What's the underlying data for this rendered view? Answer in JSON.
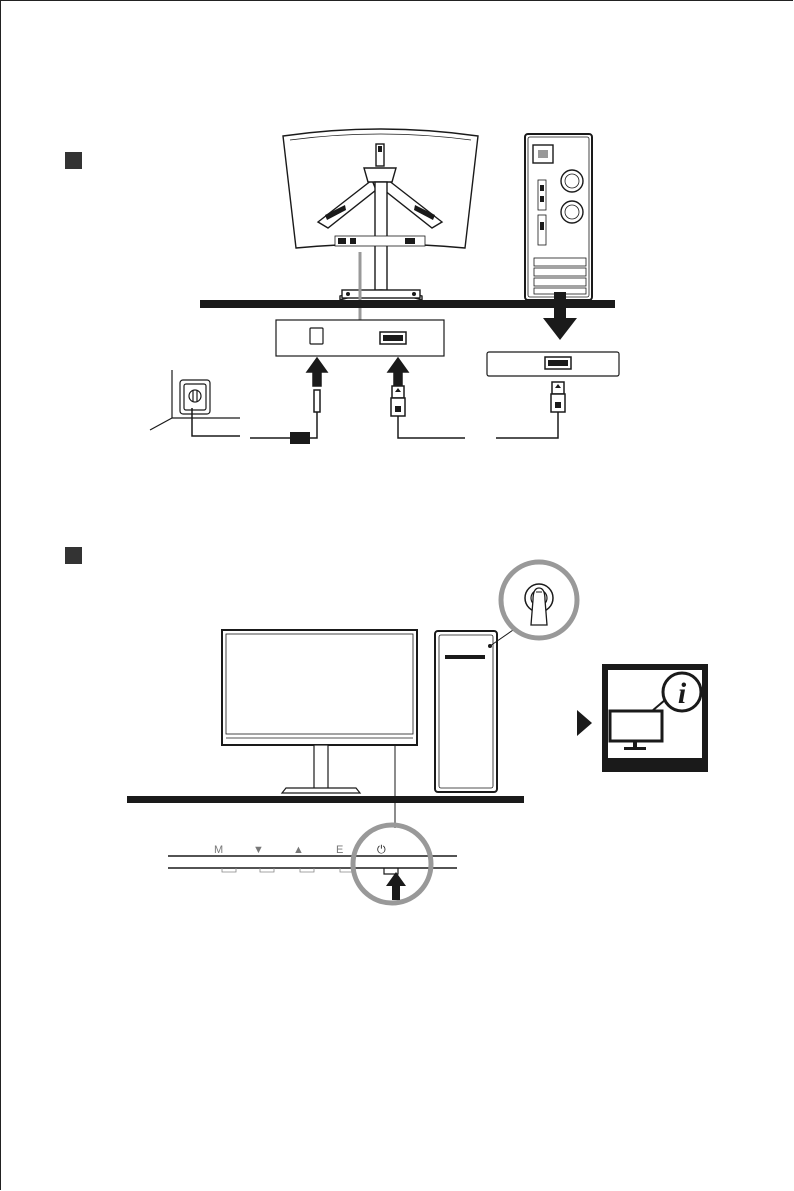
{
  "colors": {
    "ink": "#1a1a1a",
    "gray": "#8a8a8a",
    "paper": "#ffffff"
  },
  "section_markers": [
    {
      "icon": "step-square-icon"
    },
    {
      "icon": "step-square-icon"
    }
  ],
  "panel_buttons": {
    "menu": "M",
    "down": "▼",
    "up": "▲",
    "exit": "E",
    "power": "⏻"
  },
  "icons": {
    "info": "i",
    "play": "play-triangle-icon",
    "arrows": "arrow-up-icon"
  }
}
